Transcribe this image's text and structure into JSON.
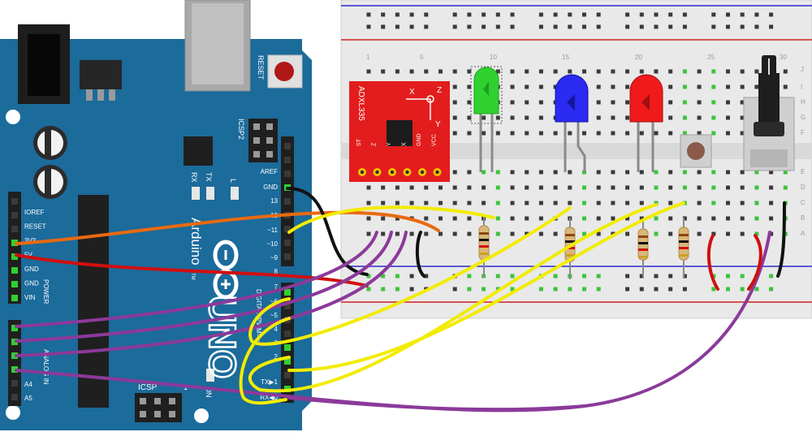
{
  "arduino": {
    "brand": "Arduino",
    "model": "UNO",
    "tm": "TM",
    "reset_label": "RESET",
    "icsp2_label": "ICSP2",
    "icsp_label": "ICSP",
    "icsp_num": "1",
    "rx_label": "RX",
    "tx_label": "TX",
    "l_label": "L",
    "on_label": "ON",
    "power_label": "POWER",
    "analog_label": "ANALOG IN",
    "digital_label": "DIGITAL (PWM= ~)",
    "power_pins": [
      "IOREF",
      "RESET",
      "3V3",
      "5V",
      "GND",
      "GND",
      "VIN"
    ],
    "analog_pins": [
      "A4",
      "A5"
    ],
    "digital_pins": [
      "AREF",
      "GND",
      "13",
      "12",
      "~11",
      "~10",
      "~9",
      "8",
      "7",
      "~6",
      "~5",
      "4",
      "~3",
      "2",
      "TX▶1",
      "RX◀0"
    ]
  },
  "breadboard": {
    "col_numbers": [
      "1",
      "5",
      "10",
      "15",
      "20",
      "25",
      "30"
    ],
    "row_letters_top": [
      "J",
      "I",
      "H",
      "G",
      "F"
    ],
    "row_letters_bottom": [
      "E",
      "D",
      "C",
      "B",
      "A"
    ]
  },
  "sensor": {
    "name": "ADXL335",
    "axis_x": "X",
    "axis_y": "Y",
    "axis_z": "Z",
    "pins": [
      "ST",
      "Z",
      "Y",
      "X",
      "GND",
      "VCC"
    ]
  },
  "colors": {
    "board": "#1b6b9b",
    "board_dark": "#134f74",
    "breadboard": "#e9e9e9",
    "sensor": "#e31d1d",
    "wire_yellow": "#f2ec00",
    "wire_purple": "#8b3a9a",
    "wire_orange": "#e86a10",
    "wire_red": "#d10f0f",
    "wire_black": "#111111",
    "led_green": "#2fd12f",
    "led_blue": "#2a2af0",
    "led_red": "#f01a1a"
  }
}
